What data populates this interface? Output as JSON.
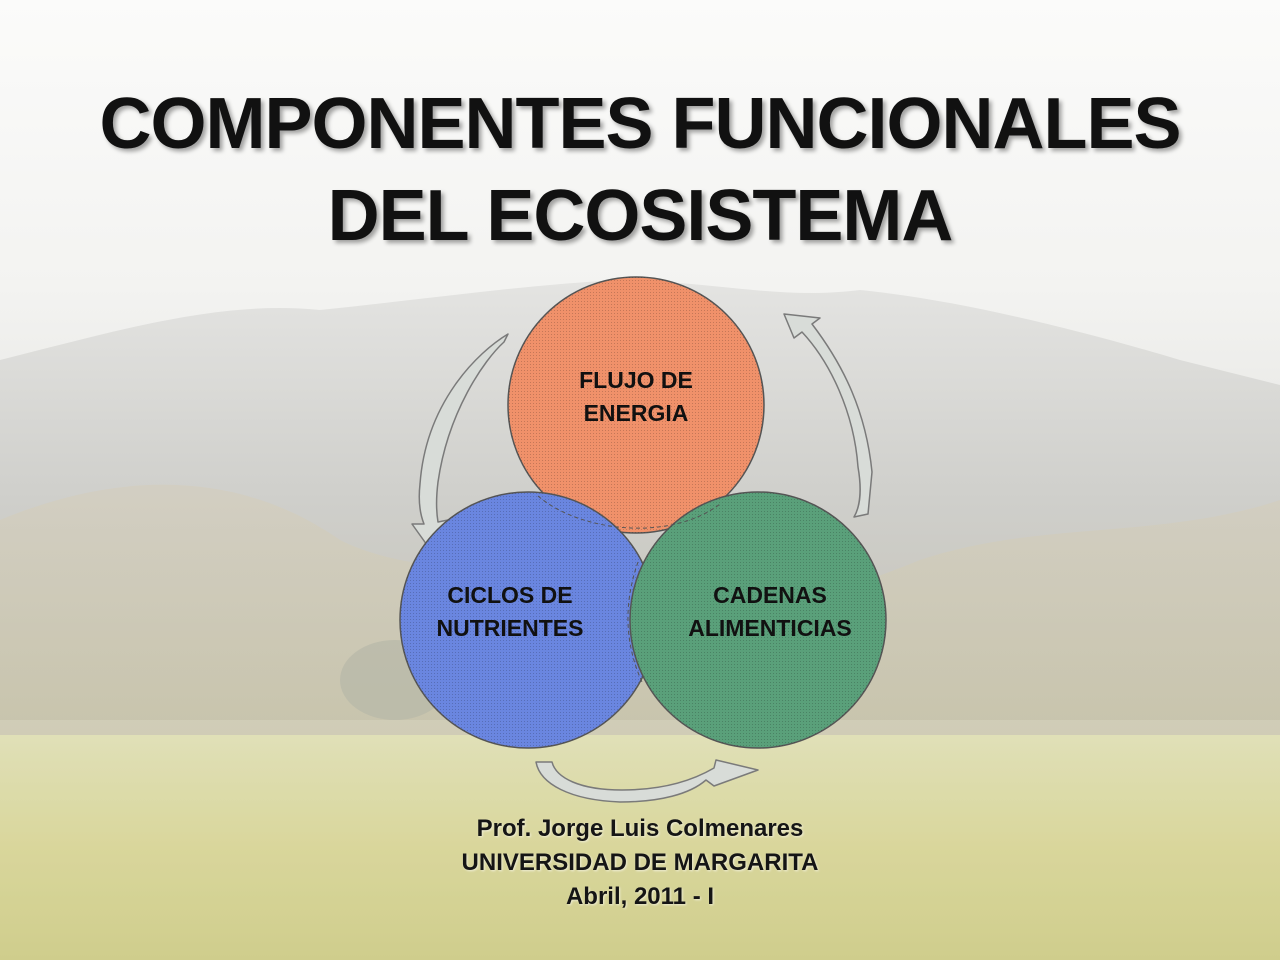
{
  "slide": {
    "title_lines": [
      "COMPONENTES FUNCIONALES",
      "DEL ECOSISTEMA"
    ],
    "circles": [
      {
        "id": "flujo",
        "label_lines": [
          "FLUJO DE",
          "ENERGIA"
        ],
        "color": "#f0916a"
      },
      {
        "id": "ciclos",
        "label_lines": [
          "CICLOS DE",
          "NUTRIENTES"
        ],
        "color": "#6a86e0"
      },
      {
        "id": "cadenas",
        "label_lines": [
          "CADENAS",
          "ALIMENTICIAS"
        ],
        "color": "#5aa07a"
      }
    ],
    "arrow_color": "#d8dcd8",
    "credits": {
      "author": "Prof. Jorge Luis Colmenares",
      "institution": "UNIVERSIDAD DE MARGARITA",
      "date": "Abril, 2011 - I"
    }
  }
}
